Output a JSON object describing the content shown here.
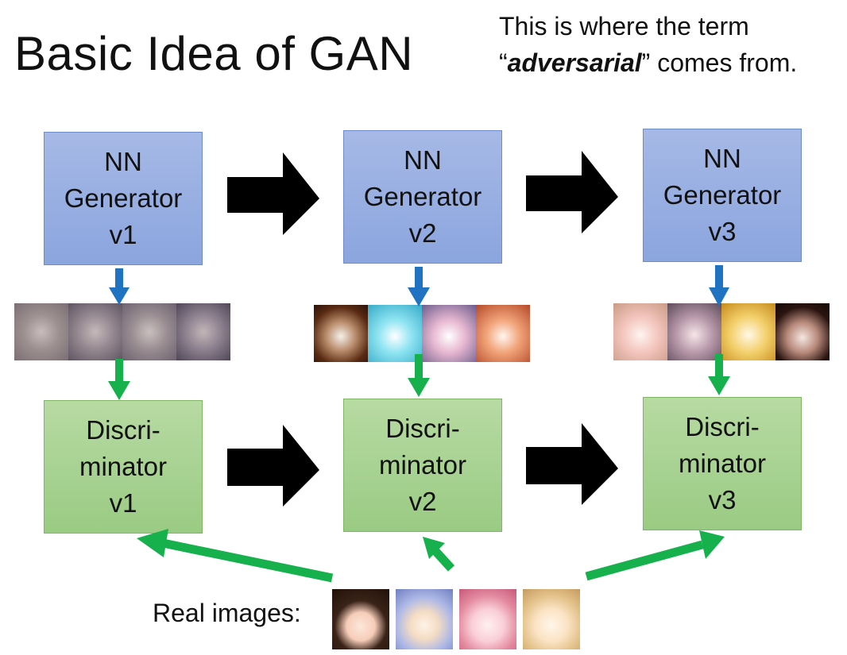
{
  "title": "Basic Idea of GAN",
  "note": {
    "line1": "This is where the term",
    "open_quote": "“",
    "term": "adversarial",
    "rest": "” comes from."
  },
  "generators": [
    {
      "lines": [
        "NN",
        "Generator",
        "v1"
      ]
    },
    {
      "lines": [
        "NN",
        "Generator",
        "v2"
      ]
    },
    {
      "lines": [
        "NN",
        "Generator",
        "v3"
      ]
    }
  ],
  "discriminators": [
    {
      "lines": [
        "Discri-",
        "minator",
        "v1"
      ]
    },
    {
      "lines": [
        "Discri-",
        "minator",
        "v2"
      ]
    },
    {
      "lines": [
        "Discri-",
        "minator",
        "v3"
      ]
    }
  ],
  "real_images_label": "Real images:",
  "colors": {
    "generator_fill": "#9bb0e2",
    "discriminator_fill": "#a9d294",
    "blue_arrow": "#1f73c1",
    "green_arrow": "#16b14c",
    "big_arrow": "#000000"
  }
}
